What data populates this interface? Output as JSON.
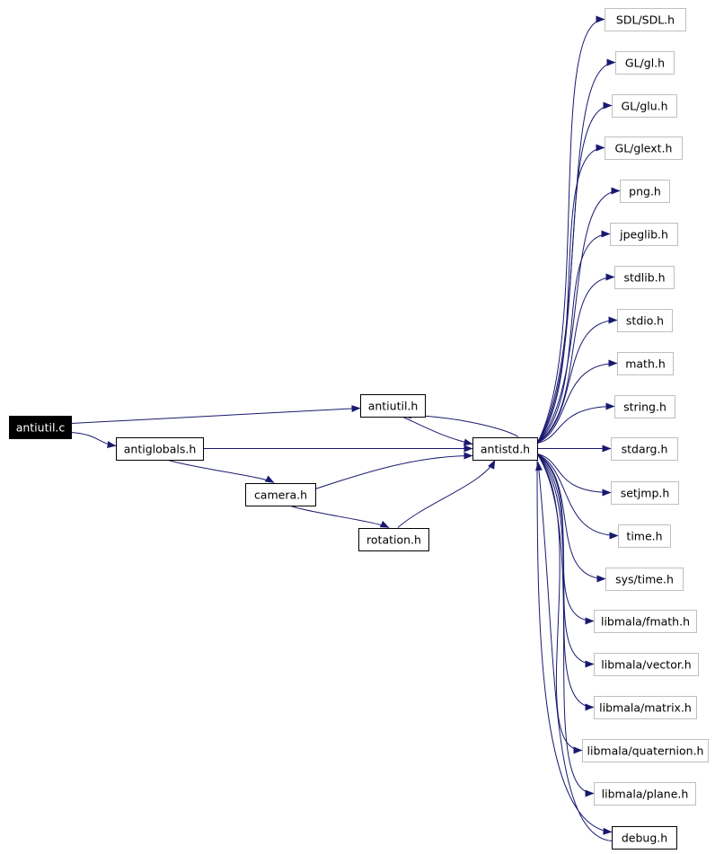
{
  "colors": {
    "edge": "#191970",
    "solid_border": "#000000",
    "external_border": "#bfbfbf",
    "root_fill": "#000000",
    "root_text": "#ffffff",
    "node_fill": "#ffffff",
    "node_text": "#000000"
  },
  "nodes": [
    {
      "id": "antiutil_c",
      "label": "antiutil.c",
      "style": "root"
    },
    {
      "id": "antiutil_h",
      "label": "antiutil.h",
      "style": "solid"
    },
    {
      "id": "antiglobals_h",
      "label": "antiglobals.h",
      "style": "solid"
    },
    {
      "id": "antistd_h",
      "label": "antistd.h",
      "style": "solid"
    },
    {
      "id": "camera_h",
      "label": "camera.h",
      "style": "solid"
    },
    {
      "id": "rotation_h",
      "label": "rotation.h",
      "style": "solid"
    },
    {
      "id": "sdl_h",
      "label": "SDL/SDL.h",
      "style": "external"
    },
    {
      "id": "gl_h",
      "label": "GL/gl.h",
      "style": "external"
    },
    {
      "id": "glu_h",
      "label": "GL/glu.h",
      "style": "external"
    },
    {
      "id": "glext_h",
      "label": "GL/glext.h",
      "style": "external"
    },
    {
      "id": "png_h",
      "label": "png.h",
      "style": "external"
    },
    {
      "id": "jpeglib_h",
      "label": "jpeglib.h",
      "style": "external"
    },
    {
      "id": "stdlib_h",
      "label": "stdlib.h",
      "style": "external"
    },
    {
      "id": "stdio_h",
      "label": "stdio.h",
      "style": "external"
    },
    {
      "id": "math_h",
      "label": "math.h",
      "style": "external"
    },
    {
      "id": "string_h",
      "label": "string.h",
      "style": "external"
    },
    {
      "id": "stdarg_h",
      "label": "stdarg.h",
      "style": "external"
    },
    {
      "id": "setjmp_h",
      "label": "setjmp.h",
      "style": "external"
    },
    {
      "id": "time_h",
      "label": "time.h",
      "style": "external"
    },
    {
      "id": "systime_h",
      "label": "sys/time.h",
      "style": "external"
    },
    {
      "id": "fmath_h",
      "label": "libmala/fmath.h",
      "style": "external"
    },
    {
      "id": "vector_h",
      "label": "libmala/vector.h",
      "style": "external"
    },
    {
      "id": "matrix_h",
      "label": "libmala/matrix.h",
      "style": "external"
    },
    {
      "id": "quaternion_h",
      "label": "libmala/quaternion.h",
      "style": "external"
    },
    {
      "id": "plane_h",
      "label": "libmala/plane.h",
      "style": "external"
    },
    {
      "id": "debug_h",
      "label": "debug.h",
      "style": "solid"
    }
  ],
  "edges": [
    {
      "from": "antiutil_c",
      "to": "antiutil_h"
    },
    {
      "from": "antiutil_c",
      "to": "antiglobals_h"
    },
    {
      "from": "antiutil_h",
      "to": "antistd_h"
    },
    {
      "from": "antiglobals_h",
      "to": "antistd_h"
    },
    {
      "from": "antiglobals_h",
      "to": "camera_h"
    },
    {
      "from": "camera_h",
      "to": "antistd_h"
    },
    {
      "from": "camera_h",
      "to": "rotation_h"
    },
    {
      "from": "rotation_h",
      "to": "antistd_h"
    },
    {
      "from": "antistd_h",
      "to": "antiutil_h"
    },
    {
      "from": "antistd_h",
      "to": "sdl_h"
    },
    {
      "from": "antistd_h",
      "to": "gl_h"
    },
    {
      "from": "antistd_h",
      "to": "glu_h"
    },
    {
      "from": "antistd_h",
      "to": "glext_h"
    },
    {
      "from": "antistd_h",
      "to": "png_h"
    },
    {
      "from": "antistd_h",
      "to": "jpeglib_h"
    },
    {
      "from": "antistd_h",
      "to": "stdlib_h"
    },
    {
      "from": "antistd_h",
      "to": "stdio_h"
    },
    {
      "from": "antistd_h",
      "to": "math_h"
    },
    {
      "from": "antistd_h",
      "to": "string_h"
    },
    {
      "from": "antistd_h",
      "to": "stdarg_h"
    },
    {
      "from": "antistd_h",
      "to": "setjmp_h"
    },
    {
      "from": "antistd_h",
      "to": "time_h"
    },
    {
      "from": "antistd_h",
      "to": "systime_h"
    },
    {
      "from": "antistd_h",
      "to": "fmath_h"
    },
    {
      "from": "antistd_h",
      "to": "vector_h"
    },
    {
      "from": "antistd_h",
      "to": "matrix_h"
    },
    {
      "from": "antistd_h",
      "to": "quaternion_h"
    },
    {
      "from": "antistd_h",
      "to": "plane_h"
    },
    {
      "from": "antistd_h",
      "to": "debug_h"
    },
    {
      "from": "debug_h",
      "to": "antistd_h"
    }
  ]
}
